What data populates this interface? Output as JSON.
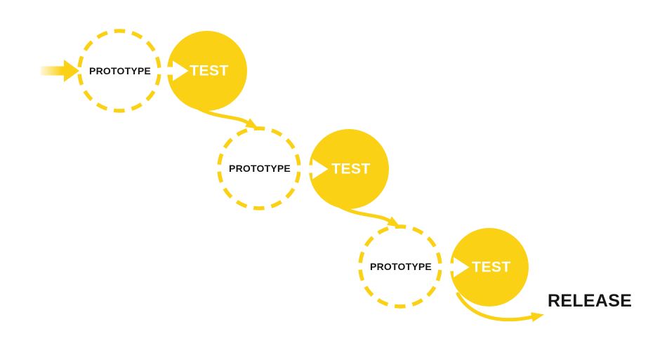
{
  "colors": {
    "brand_yellow": "#FBD116",
    "ink": "#161616",
    "paper": "#FFFFFF"
  },
  "diagram": {
    "type": "iterative-process-flow",
    "stages": [
      {
        "prototype_label": "PROTOTYPE",
        "test_label": "TEST"
      },
      {
        "prototype_label": "PROTOTYPE",
        "test_label": "TEST"
      },
      {
        "prototype_label": "PROTOTYPE",
        "test_label": "TEST"
      }
    ],
    "release_label": "RELEASE"
  }
}
